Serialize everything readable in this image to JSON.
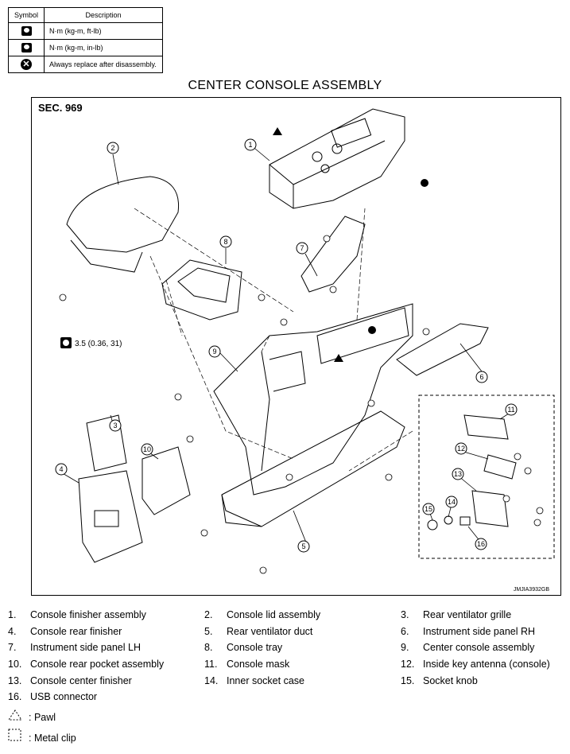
{
  "legend": {
    "header_symbol": "Symbol",
    "header_description": "Description",
    "rows": [
      {
        "icon": "torque-wrench-icon",
        "description": "N·m (kg-m, ft-lb)"
      },
      {
        "icon": "torque-wrench-small-icon",
        "description": "N·m (kg-m, in-lb)"
      },
      {
        "icon": "always-replace-icon",
        "description": "Always replace after disassembly."
      }
    ]
  },
  "title": "CENTER CONSOLE ASSEMBLY",
  "section": "SEC. 969",
  "figure_code": "JMJIA3932GB",
  "torque_spec": "3.5 (0.36, 31)",
  "callouts": [
    "1",
    "2",
    "3",
    "4",
    "5",
    "6",
    "7",
    "8",
    "9",
    "10",
    "11",
    "12",
    "13",
    "14",
    "15",
    "16"
  ],
  "parts": [
    {
      "num": "1.",
      "name": "Console finisher assembly"
    },
    {
      "num": "2.",
      "name": "Console lid assembly"
    },
    {
      "num": "3.",
      "name": "Rear ventilator grille"
    },
    {
      "num": "4.",
      "name": "Console rear finisher"
    },
    {
      "num": "5.",
      "name": "Rear ventilator duct"
    },
    {
      "num": "6.",
      "name": "Instrument side panel RH"
    },
    {
      "num": "7.",
      "name": "Instrument side panel LH"
    },
    {
      "num": "8.",
      "name": "Console tray"
    },
    {
      "num": "9.",
      "name": "Center console assembly"
    },
    {
      "num": "10.",
      "name": "Console rear pocket assembly"
    },
    {
      "num": "11.",
      "name": "Console mask"
    },
    {
      "num": "12.",
      "name": "Inside key antenna (console)"
    },
    {
      "num": "13.",
      "name": "Console center finisher"
    },
    {
      "num": "14.",
      "name": "Inner socket case"
    },
    {
      "num": "15.",
      "name": "Socket knob"
    },
    {
      "num": "16.",
      "name": "USB connector"
    }
  ],
  "keys": [
    {
      "icon": "pawl-triangle-icon",
      "label": ": Pawl"
    },
    {
      "icon": "metal-clip-square-icon",
      "label": ": Metal clip"
    }
  ]
}
